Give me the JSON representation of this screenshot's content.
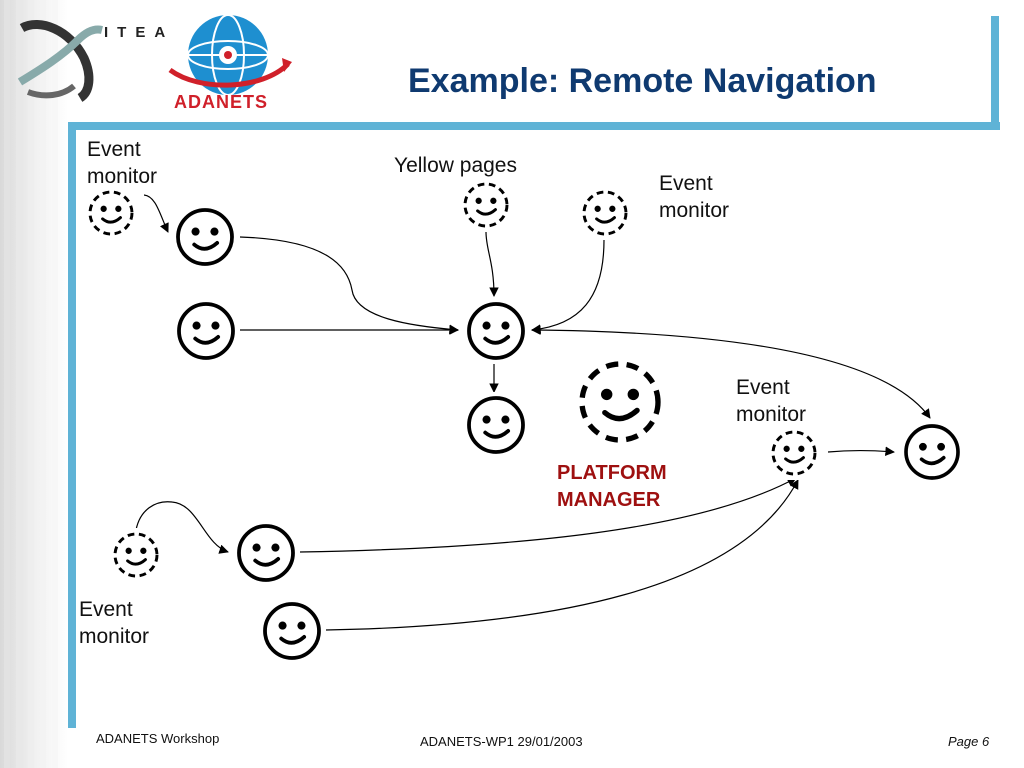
{
  "header": {
    "title": "Example: Remote Navigation",
    "logo_itea": "ITEA",
    "logo_adanets": "ADANETS"
  },
  "diagram": {
    "labels": {
      "event_monitor_top_left": "Event\nmonitor",
      "yellow_pages": "Yellow pages",
      "event_monitor_top_right": "Event\nmonitor",
      "event_monitor_mid_right": "Event\nmonitor",
      "event_monitor_bottom_left": "Event\nmonitor",
      "platform_manager": "PLATFORM\nMANAGER"
    }
  },
  "footer": {
    "left": "ADANETS Workshop",
    "center": "ADANETS-WP1  29/01/2003",
    "right": "Page 6"
  },
  "colors": {
    "title": "#0f3a70",
    "accent_bar": "#5fb3d6",
    "platform_manager": "#9e1010",
    "logo_red": "#d0202a",
    "logo_blue": "#1e8fd0"
  }
}
